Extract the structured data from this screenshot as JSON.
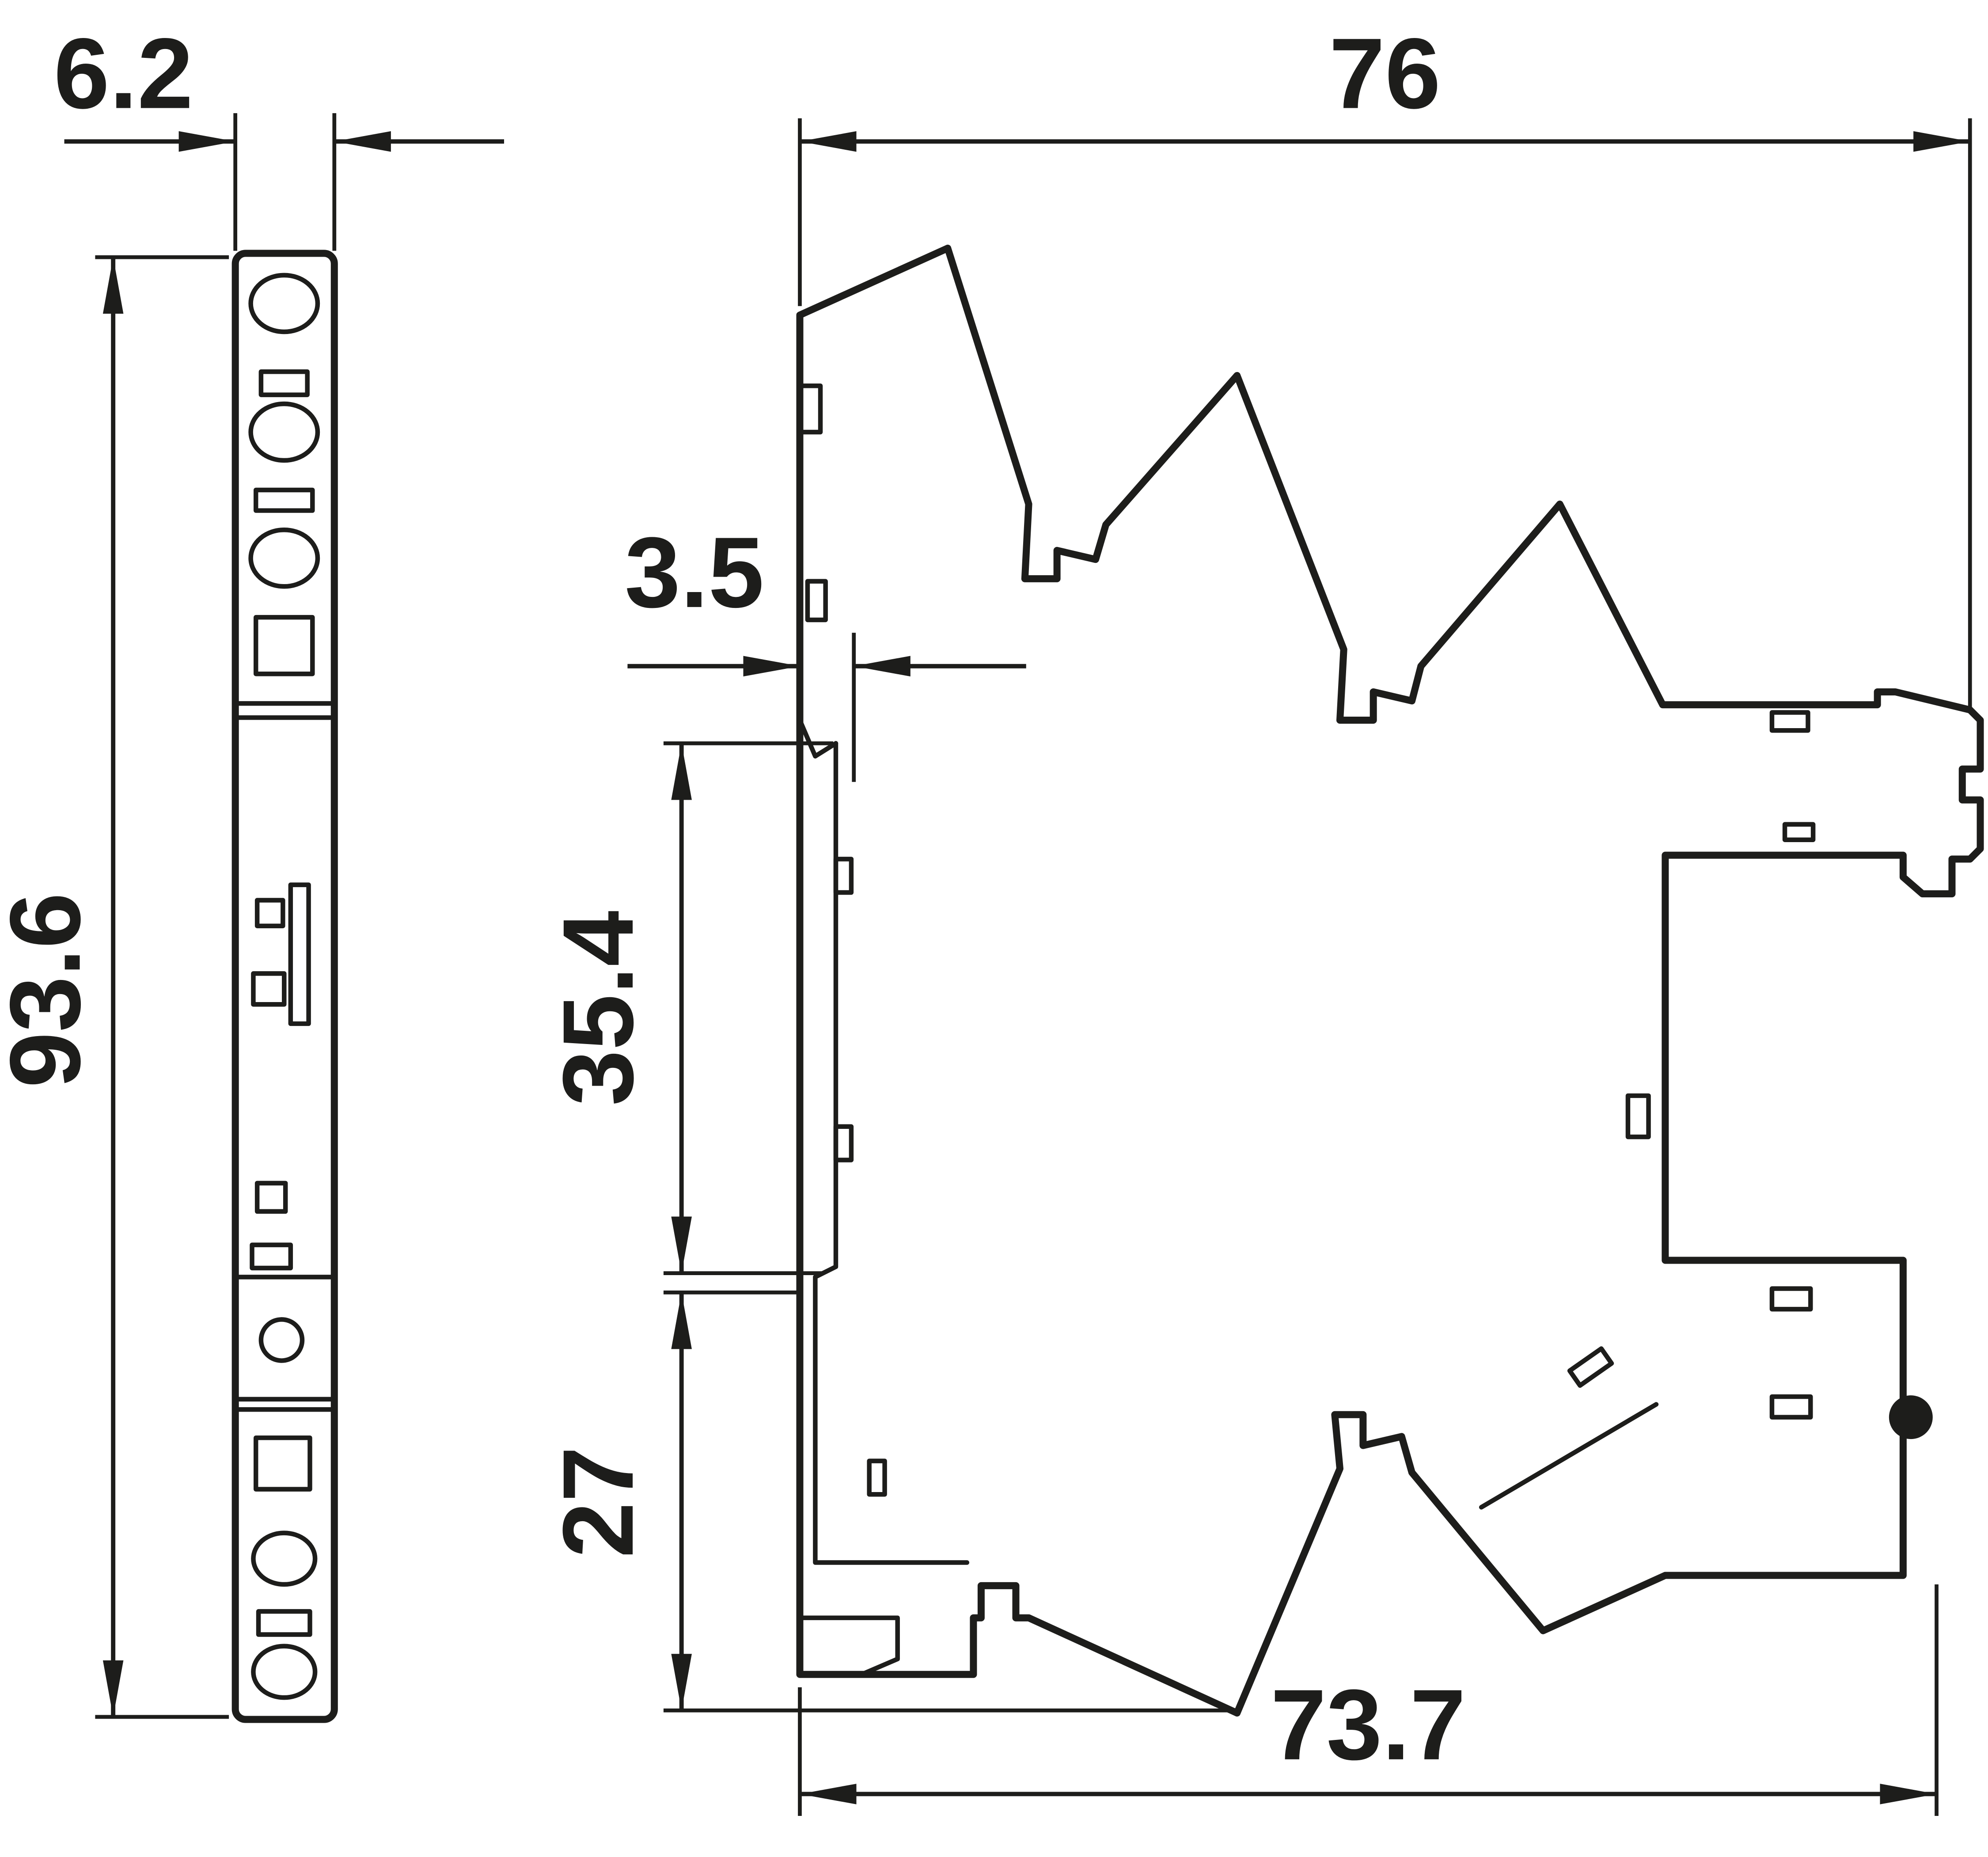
{
  "drawing": {
    "kind": "technical-dimension-drawing",
    "views": {
      "front": {
        "width": "6.2",
        "height": "93.6"
      },
      "side": {
        "overall_width": "76",
        "wall_offset": "3.5",
        "upper_section_height": "35.4",
        "lower_section_height": "27",
        "base_width": "73.7"
      }
    },
    "colors": {
      "line": "#1d1d1b",
      "background": "#ffffff"
    }
  }
}
